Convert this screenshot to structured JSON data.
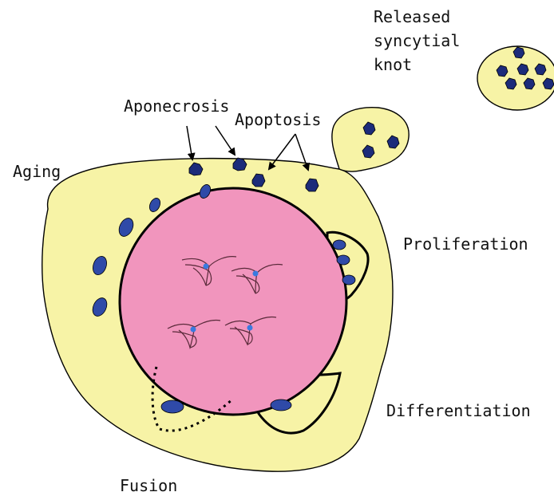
{
  "labels": {
    "released_knot_line1": "Released",
    "released_knot_line2": "syncytial",
    "released_knot_line3": "knot",
    "aponecrosis": "Aponecrosis",
    "apoptosis": "Apoptosis",
    "aging": "Aging",
    "proliferation": "Proliferation",
    "differentiation": "Differentiation",
    "fusion": "Fusion"
  },
  "colors": {
    "syncytium_fill": "#f7f3a6",
    "villous_core_fill": "#f195bd",
    "nucleus_fill": "#2f4aa8",
    "apoptotic_nucleus_fill": "#1c2b7a",
    "outline": "#000000",
    "fibroblast_line": "#5a2a3a",
    "fibroblast_nucleus": "#3a7ae0"
  },
  "icons": {
    "fibroblast": "stellate-cell-icon",
    "nucleus": "oval-nucleus-icon",
    "arrow": "arrow-icon"
  }
}
